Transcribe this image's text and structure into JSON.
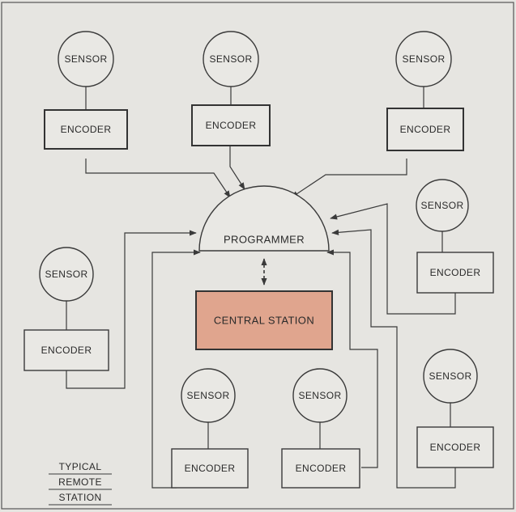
{
  "labels": {
    "sensor": "SENSOR",
    "encoder": "ENCODER",
    "programmer": "PROGRAMMER",
    "central_station": "CENTRAL STATION",
    "legend_line1": "TYPICAL",
    "legend_line2": "REMOTE",
    "legend_line3": "STATION"
  },
  "colors": {
    "central_station_fill": "#e0a58e",
    "background": "#e6e5e1",
    "line": "#3a3a3a"
  }
}
